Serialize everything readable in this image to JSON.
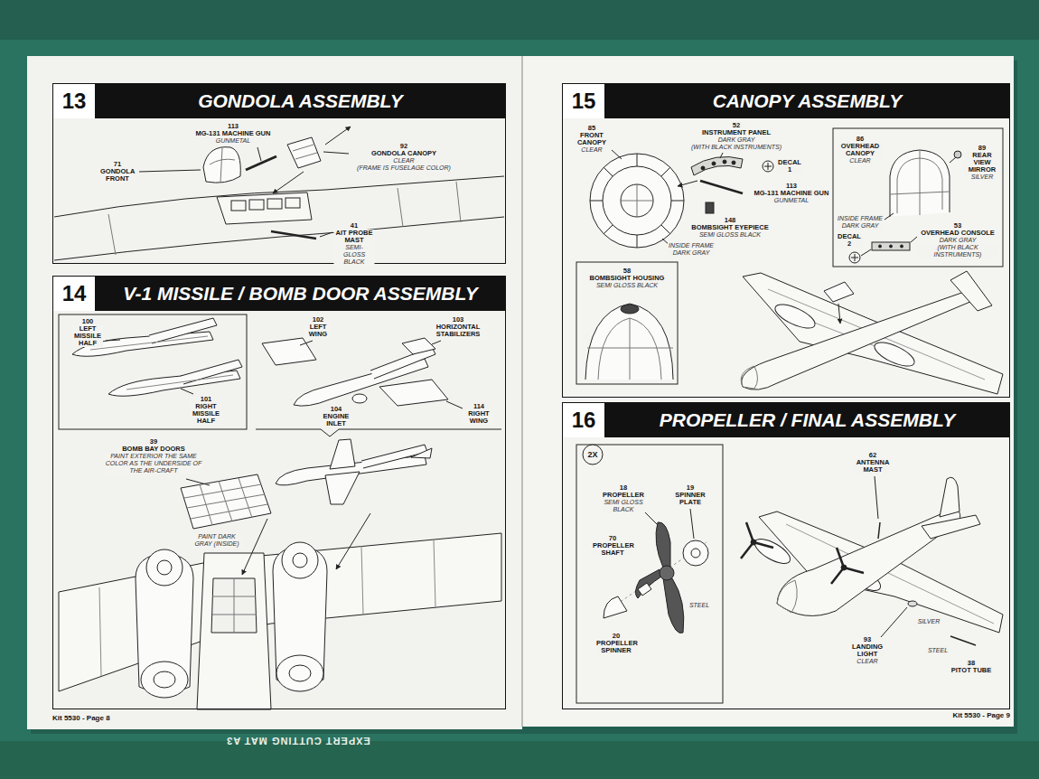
{
  "diagram": {
    "nodes": [
      {
        "text": [
          "Kit 5530 - Page 8"
        ]
      },
      {
        "text": [
          "13",
          "GONDOLA ASSEMBLY"
        ],
        "in": 0
      },
      {
        "text": [
          "14",
          "V-1 MISSILE / BOMB DOOR ASSEMBLY"
        ],
        "in": 0
      },
      {
        "text": [
          "Kit 5530 - Page 9"
        ]
      },
      {
        "text": [
          "15",
          "CANOPY ASSEMBLY"
        ],
        "in": 3
      },
      {
        "text": [
          "16",
          "PROPELLER / FINAL ASSEMBLY"
        ],
        "in": 3
      }
    ],
    "labels": [
      "113",
      "MG-131 MACHINE GUN",
      "GUNMETAL",
      "92",
      "GONDOLA CANOPY",
      "CLEAR",
      "(FRAME IS FUSELAGE COLOR)",
      "71",
      "GONDOLA FRONT",
      "41",
      "AIT PROBE MAST",
      "SEMI-GLOSS BLACK",
      "100",
      "LEFT MISSILE HALF",
      "101",
      "RIGHT MISSILE HALF",
      "102",
      "LEFT WING",
      "103",
      "HORIZONTAL STABILIZERS",
      "104",
      "ENGINE INLET",
      "114",
      "RIGHT WING",
      "39",
      "BOMB BAY DOORS",
      "PAINT EXTERIOR THE SAME COLOR AS THE UNDERSIDE OF THE AIR-CRAFT",
      "PAINT DARK GRAY (INSIDE)",
      "85",
      "FRONT CANOPY",
      "CLEAR",
      "52",
      "INSTRUMENT PANEL",
      "DARK GRAY",
      "(WITH BLACK INSTRUMENTS)",
      "DECAL 1",
      "113",
      "MG-131 MACHINE GUN",
      "GUNMETAL",
      "148",
      "BOMBSIGHT EYEPIECE",
      "SEMI GLOSS BLACK",
      "INSIDE FRAME DARK GRAY",
      "86",
      "OVERHEAD CANOPY",
      "CLEAR",
      "89",
      "REAR VIEW MIRROR",
      "SILVER",
      "INSIDE FRAME DARK GRAY",
      "DECAL 2",
      "53",
      "OVERHEAD CONSOLE",
      "DARK GRAY",
      "(WITH BLACK INSTRUMENTS)",
      "58",
      "BOMBSIGHT HOUSING",
      "SEMI GLOSS BLACK",
      "2X",
      "18",
      "PROPELLER",
      "SEMI GLOSS BLACK",
      "19",
      "SPINNER PLATE",
      "70",
      "PROPELLER SHAFT",
      "STEEL",
      "20",
      "PROPELLER SPINNER",
      "62",
      "ANTENNA MAST",
      "SILVER",
      "93",
      "LANDING LIGHT",
      "CLEAR",
      "STEEL",
      "38",
      "PITOT TUBE",
      "EXPERT CUTTING MAT A3"
    ]
  }
}
